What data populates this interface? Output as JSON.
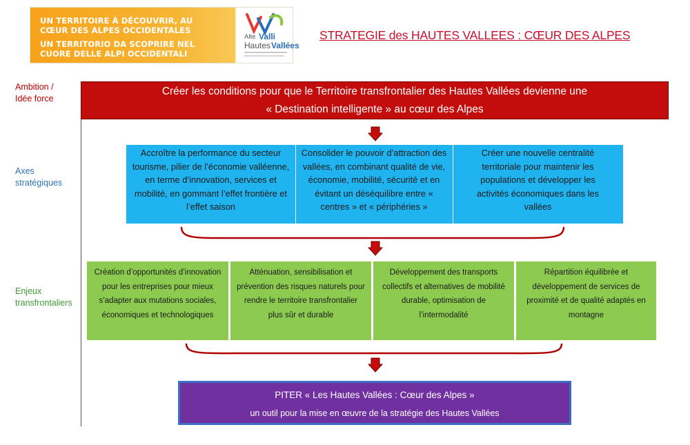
{
  "banner": {
    "line1": "UN TERRITOIRE À DÉCOUVRIR, AU",
    "line2": "CŒUR DES ALPES OCCIDENTALES",
    "line3": "UN TERRITORIO DA SCOPRIRE NEL",
    "line4": "CUORE DELLE ALPI OCCIDENTALI",
    "logo_alte": "Alte",
    "logo_valli": "Valli",
    "logo_hautes": "Hautes",
    "logo_vallees": "Vallées"
  },
  "title": "STRATEGIE des HAUTES VALLEES : CŒUR DES ALPES",
  "labels": {
    "ambition_1": "Ambition /",
    "ambition_2": "Idée force",
    "axes_1": "Axes",
    "axes_2": "stratégiques",
    "enjeux_1": "Enjeux",
    "enjeux_2": "transfrontaliers"
  },
  "ambition": {
    "line1": "Créer les conditions pour que le Territoire transfrontalier des Hautes Vallées devienne une",
    "line2": "« Destination intelligente » au cœur des Alpes"
  },
  "axes": [
    "Accroître la performance du secteur tourisme, pilier de l’économie valléenne, en terme d’innovation, services et mobilité, en gommant l’effet frontière et l’effet saison",
    "Consolider le pouvoir d’attraction des vallées, en combinant qualité de vie, économie, mobilité, sécurité et en évitant un déséquilibre entre « centres » et « périphéries »",
    "Créer une nouvelle centralité territoriale pour maintenir les populations et développer les activités économiques dans les vallées"
  ],
  "enjeux": [
    "Création d’opportunités d’innovation pour les entreprises pour mieux s’adapter aux mutations sociales, économiques et technologiques",
    "Atténuation, sensibilisation et prévention des risques naturels pour rendre le territoire transfrontalier plus sûr et durable",
    "Développement des transports collectifs et alternatives de mobilité durable, optimisation de l’intermodalité",
    "Répartition équilibrée et développement de services de proximité et de qualité adaptés en montagne"
  ],
  "piter": {
    "title": "PITER « Les Hautes Vallées : Cœur des Alpes »",
    "subtitle": "un outil pour la mise en œuvre de la stratégie des Hautes Vallées"
  },
  "colors": {
    "red": "#c30d0d",
    "blue": "#1fb3ef",
    "green": "#8dcb50",
    "purple": "#7030a0",
    "title_red": "#c8102e",
    "label_red": "#c00000",
    "label_blue": "#2e75b6",
    "label_green": "#3e9a35"
  }
}
